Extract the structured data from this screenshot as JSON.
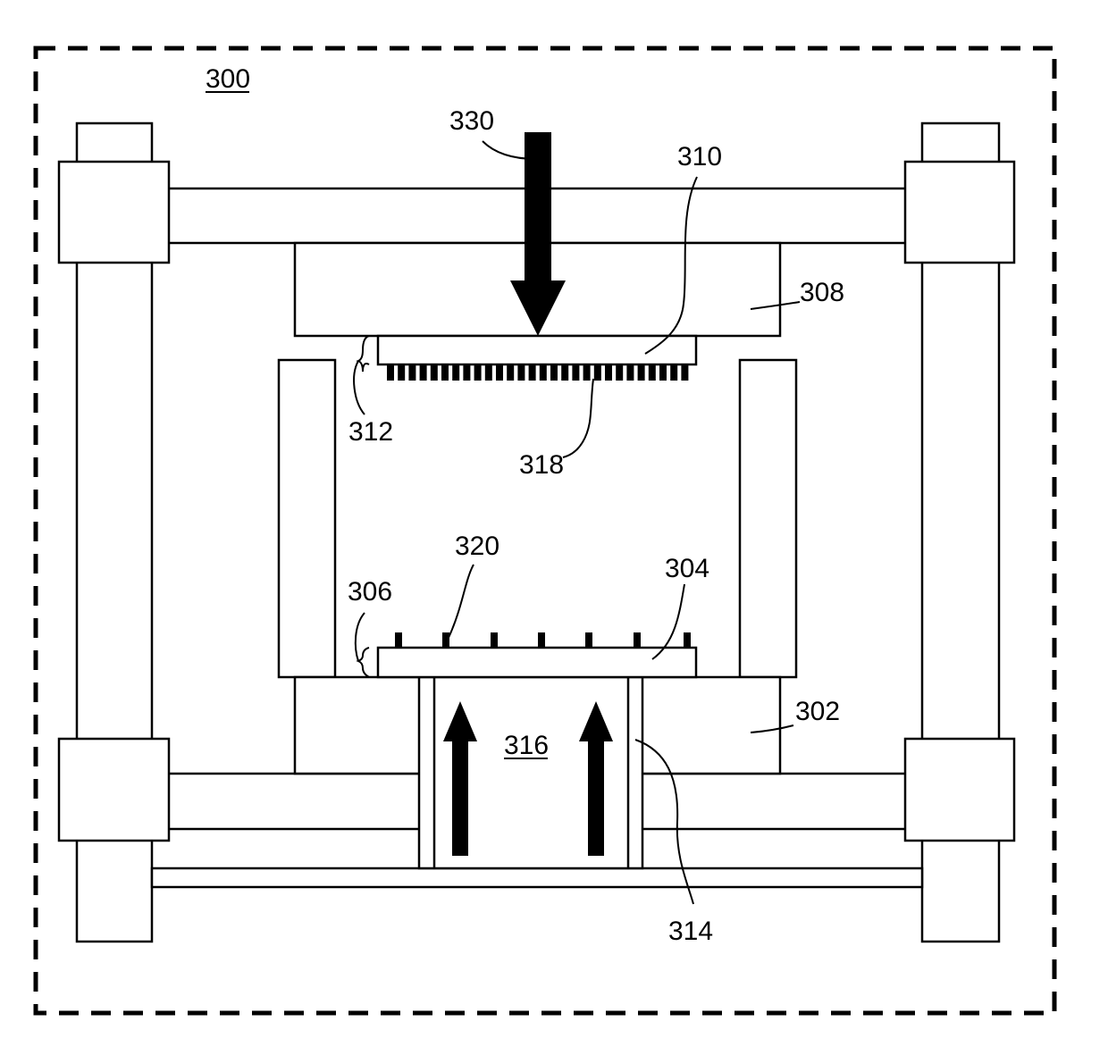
{
  "figure": {
    "label_300": "300",
    "label_330": "330",
    "label_310": "310",
    "label_308": "308",
    "label_312": "312",
    "label_318": "318",
    "label_320": "320",
    "label_304": "304",
    "label_306": "306",
    "label_302": "302",
    "label_316": "316",
    "label_314": "314"
  },
  "colors": {
    "stroke": "#000000",
    "background": "#ffffff"
  }
}
